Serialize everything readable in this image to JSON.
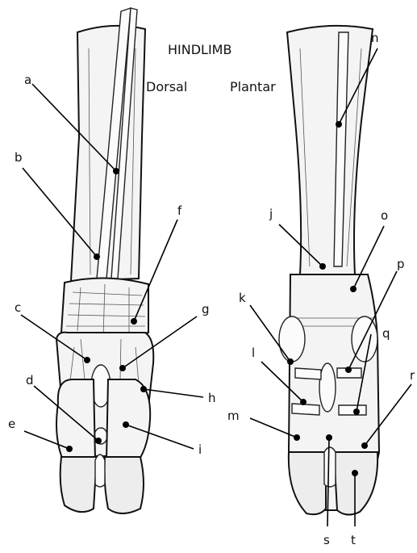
{
  "title": "HINDLIMB",
  "views": {
    "dorsal": "Dorsal",
    "plantar": "Plantar"
  },
  "labels": {
    "a": "a",
    "b": "b",
    "c": "c",
    "d": "d",
    "e": "e",
    "f": "f",
    "g": "g",
    "h": "h",
    "i": "i",
    "j": "j",
    "k": "k",
    "l": "l",
    "m": "m",
    "n": "n",
    "o": "o",
    "p": "p",
    "q": "q",
    "r": "r",
    "s": "s",
    "t": "t"
  }
}
